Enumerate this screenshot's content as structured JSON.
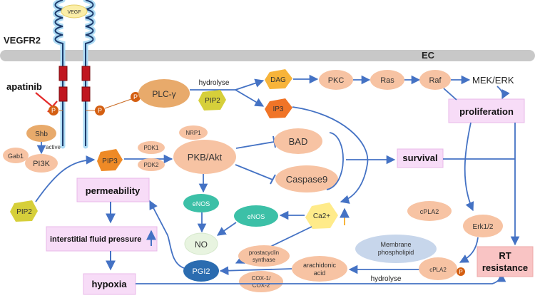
{
  "diagram": {
    "labels": {
      "vegf": "VEGF",
      "vegfr2": "VEGFR2",
      "ec": "EC",
      "apatinib": "apatinib",
      "shb": "Shb",
      "active": "active",
      "gab1": "Gab1",
      "pi3k": "PI3K",
      "pip3": "PIP3",
      "pdk1": "PDK1",
      "pdk2": "PDK2",
      "nrp1": "NRP1",
      "pkb_akt": "PKB/Akt",
      "plc_gamma": "PLC-γ",
      "hydrolyse_top": "hydrolyse",
      "pip2_top": "PIP2",
      "dag": "DAG",
      "ip3": "IP3",
      "pkc": "PKC",
      "ras": "Ras",
      "raf": "Raf",
      "mek_erk": "MEK/ERK",
      "proliferation": "proliferation",
      "bad": "BAD",
      "caspase9": "Caspase9",
      "survival": "survival",
      "enos_1": "eNOS",
      "enos_2": "eNOS",
      "ca2": "Ca2+",
      "no": "NO",
      "pgi2": "PGI2",
      "prostacyclin_1": "prostacyclin",
      "prostacyclin_2": "synthase",
      "cox_1": "COX-1/",
      "cox_2": "COX-2",
      "arachidonic_1": "arachidonic",
      "arachidonic_2": "acid",
      "membrane_1": "Membrane",
      "membrane_2": "phospholipid",
      "hydrolyse_bottom": "hydrolyse",
      "cpla2_1": "cPLA2",
      "cpla2_2": "cPLA2",
      "erk12": "Erk1/2",
      "p": "P",
      "pip2_left": "PIP2",
      "permeability": "permeability",
      "interstitial": "interstitial fluid pressure",
      "hypoxia": "hypoxia",
      "rt_1": "RT",
      "rt_2": "resistance"
    },
    "colors": {
      "salmon": "#f7c3a3",
      "plc": "#e8aa6b",
      "dag": "#f7b43a",
      "ip3": "#f07427",
      "pip2": "#d6cf3a",
      "pip3": "#ee8a26",
      "enos": "#3cc0a7",
      "pgi2": "#2b6cb0",
      "no": "#e8f4e0",
      "ca": "#ffeb8a",
      "membrane": "#c7d6eb",
      "outcome": "#f7dcf7",
      "rt": "#f9c4c4",
      "arrow": "#4472c4",
      "inhibit": "#e32b2b",
      "phospho": "#d45f12",
      "receptor": "#1e3c6e",
      "receptor_glow": "#aedcf5",
      "receptor_box": "#c0161f",
      "membrane_bar": "#c8c8c8"
    }
  }
}
